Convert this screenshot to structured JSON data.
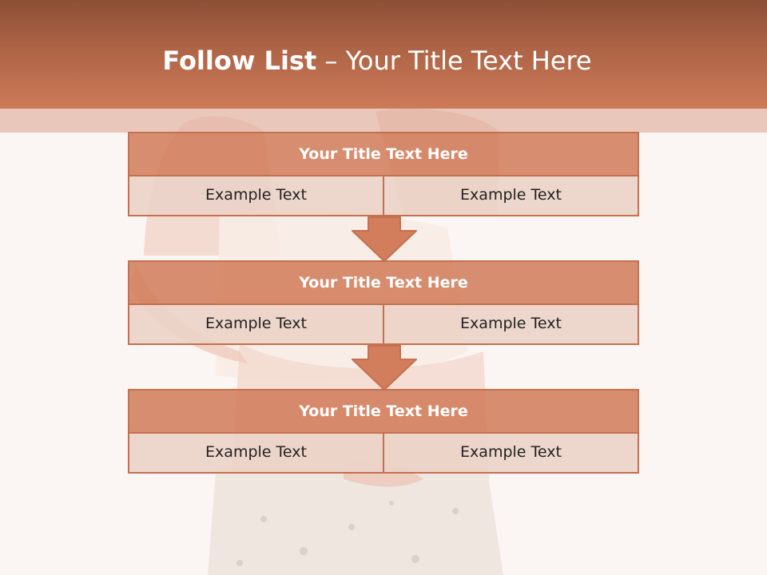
{
  "header": {
    "title_bold": "Follow List",
    "title_separator": " – ",
    "title_rest": "Your Title Text Here"
  },
  "blocks": [
    {
      "title": "Your Title Text Here",
      "cells": [
        "Example Text",
        "Example Text"
      ]
    },
    {
      "title": "Your Title Text Here",
      "cells": [
        "Example Text",
        "Example Text"
      ]
    },
    {
      "title": "Your Title Text Here",
      "cells": [
        "Example Text",
        "Example Text"
      ]
    }
  ],
  "colors": {
    "header_dark": "#8c4f36",
    "header_light": "#cd7a58",
    "title_fill": "#d27e5c",
    "cell_fill": "#ecd2c8",
    "border": "#c4714f",
    "arrow_fill": "#d27e5c"
  }
}
